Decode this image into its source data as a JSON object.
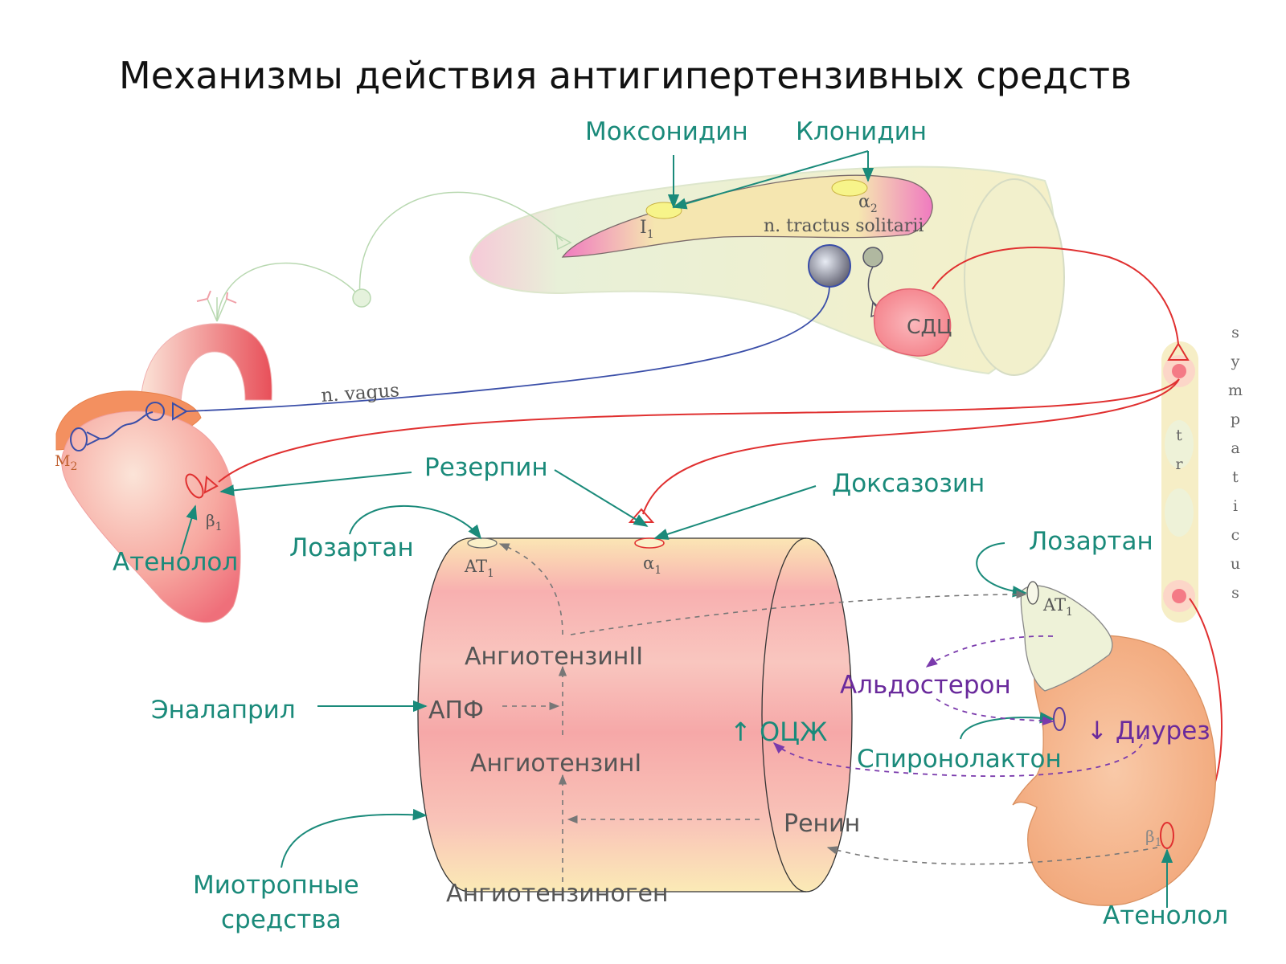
{
  "title": "Механизмы действия антигипертензивных средств",
  "labels": {
    "moxonidine": "Моксонидин",
    "clonidine": "Клонидин",
    "i1": "I",
    "i1_sub": "1",
    "alpha2": "α",
    "alpha2_sub": "2",
    "nts": "n. tractus solitarii",
    "sdc": "СДЦ",
    "vagus": "n. vagus",
    "m2": "M",
    "m2_sub": "2",
    "beta1_heart": "β",
    "beta1_heart_sub": "1",
    "reserpine": "Резерпин",
    "doxazosin": "Доксазозин",
    "atenolol_left": "Атенолол",
    "losartan_left": "Лозартан",
    "losartan_right": "Лозартан",
    "at1_vessel": "AT",
    "at1_vessel_sub": "1",
    "alpha1": "α",
    "alpha1_sub": "1",
    "at1_adrenal": "AT",
    "at1_adrenal_sub": "1",
    "angiotensin2": "АнгиотензинII",
    "aldosterone": "Альдостерон",
    "enalapril": "Эналаприл",
    "ace": "АПФ",
    "ocj": "↑ ОЦЖ",
    "diuresis": "↓ Диурез",
    "spironolactone": "Спиронолактон",
    "angiotensin1": "АнгиотензинI",
    "renin": "Ренин",
    "beta1_kidney": "β",
    "beta1_kidney_sub": "1",
    "myotropic_line1": "Миотропные",
    "myotropic_line2": "средства",
    "angiotensinogen": "Ангиотензиноген",
    "atenolol_right": "Атенолол",
    "sympathicus_letters": [
      "s",
      "y",
      "m",
      "p",
      "a",
      "t",
      "i",
      "c",
      "u",
      "s"
    ],
    "truncus_letters": [
      "t",
      "r"
    ]
  },
  "colors": {
    "drug_teal": "#1a8a7a",
    "sympathetic_red": "#e03030",
    "vagus_blue": "#3a4ea8",
    "aldosterone_purple": "#6a2a9c",
    "receptor_yellow": "#f7f48a"
  }
}
